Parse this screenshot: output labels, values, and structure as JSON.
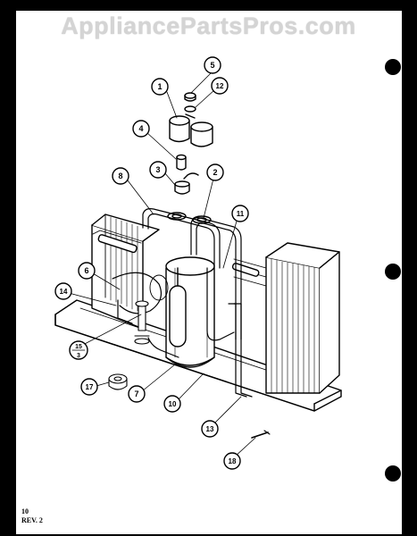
{
  "watermark": "AppliancePartsPros.com",
  "footer": {
    "page_number": "10",
    "revision": "REV. 2"
  },
  "callouts": [
    {
      "id": "c1",
      "label": "1"
    },
    {
      "id": "c2",
      "label": "2"
    },
    {
      "id": "c3",
      "label": "3"
    },
    {
      "id": "c4",
      "label": "4"
    },
    {
      "id": "c5",
      "label": "5"
    },
    {
      "id": "c6",
      "label": "6"
    },
    {
      "id": "c7",
      "label": "7"
    },
    {
      "id": "c8",
      "label": "8"
    },
    {
      "id": "c10",
      "label": "10"
    },
    {
      "id": "c11",
      "label": "11"
    },
    {
      "id": "c12",
      "label": "12"
    },
    {
      "id": "c13",
      "label": "13"
    },
    {
      "id": "c14",
      "label": "14"
    },
    {
      "id": "c15",
      "label": "15",
      "sub": "3"
    },
    {
      "id": "c17",
      "label": "17"
    },
    {
      "id": "c18",
      "label": "18"
    }
  ]
}
